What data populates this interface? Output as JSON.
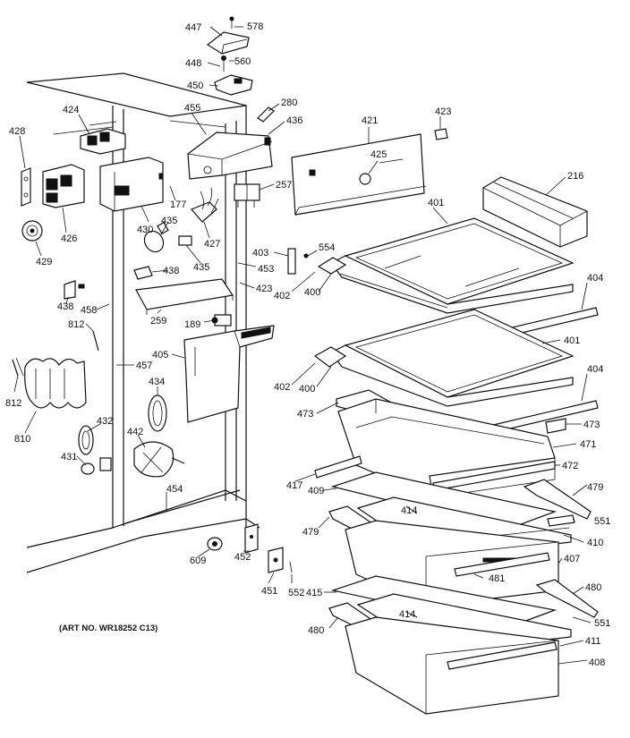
{
  "art_note": "(ART NO. WR18252 C13)",
  "callouts": [
    {
      "id": "c447",
      "text": "447"
    },
    {
      "id": "c578",
      "text": "578"
    },
    {
      "id": "c448",
      "text": "448"
    },
    {
      "id": "c560",
      "text": "560"
    },
    {
      "id": "c450",
      "text": "450"
    },
    {
      "id": "c280",
      "text": "280"
    },
    {
      "id": "c424",
      "text": "424"
    },
    {
      "id": "c455",
      "text": "455"
    },
    {
      "id": "c436",
      "text": "436"
    },
    {
      "id": "c421",
      "text": "421"
    },
    {
      "id": "c423a",
      "text": "423"
    },
    {
      "id": "c428",
      "text": "428"
    },
    {
      "id": "c425",
      "text": "425"
    },
    {
      "id": "c216",
      "text": "216"
    },
    {
      "id": "c257",
      "text": "257"
    },
    {
      "id": "c177",
      "text": "177"
    },
    {
      "id": "c426",
      "text": "426"
    },
    {
      "id": "c430",
      "text": "430"
    },
    {
      "id": "c435a",
      "text": "435"
    },
    {
      "id": "c427",
      "text": "427"
    },
    {
      "id": "c401a",
      "text": "401"
    },
    {
      "id": "c429",
      "text": "429"
    },
    {
      "id": "c403",
      "text": "403"
    },
    {
      "id": "c554",
      "text": "554"
    },
    {
      "id": "c435b",
      "text": "435"
    },
    {
      "id": "c453",
      "text": "453"
    },
    {
      "id": "c438a",
      "text": "438"
    },
    {
      "id": "c402a",
      "text": "402"
    },
    {
      "id": "c400a",
      "text": "400"
    },
    {
      "id": "c404a",
      "text": "404"
    },
    {
      "id": "c423b",
      "text": "423"
    },
    {
      "id": "c438b",
      "text": "438"
    },
    {
      "id": "c458",
      "text": "458"
    },
    {
      "id": "c259",
      "text": "259"
    },
    {
      "id": "c812a",
      "text": "812"
    },
    {
      "id": "c189",
      "text": "189"
    },
    {
      "id": "c401b",
      "text": "401"
    },
    {
      "id": "c405",
      "text": "405"
    },
    {
      "id": "c457",
      "text": "457"
    },
    {
      "id": "c404b",
      "text": "404"
    },
    {
      "id": "c402b",
      "text": "402"
    },
    {
      "id": "c400b",
      "text": "400"
    },
    {
      "id": "c434",
      "text": "434"
    },
    {
      "id": "c812b",
      "text": "812"
    },
    {
      "id": "c473a",
      "text": "473"
    },
    {
      "id": "c473b",
      "text": "473"
    },
    {
      "id": "c432",
      "text": "432"
    },
    {
      "id": "c810",
      "text": "810"
    },
    {
      "id": "c442",
      "text": "442"
    },
    {
      "id": "c471",
      "text": "471"
    },
    {
      "id": "c431",
      "text": "431"
    },
    {
      "id": "c472",
      "text": "472"
    },
    {
      "id": "c417",
      "text": "417"
    },
    {
      "id": "c479a",
      "text": "479"
    },
    {
      "id": "c409",
      "text": "409"
    },
    {
      "id": "c454",
      "text": "454"
    },
    {
      "id": "c414a",
      "text": "414"
    },
    {
      "id": "c551a",
      "text": "551"
    },
    {
      "id": "c479b",
      "text": "479"
    },
    {
      "id": "c410",
      "text": "410"
    },
    {
      "id": "c609",
      "text": "609"
    },
    {
      "id": "c407",
      "text": "407"
    },
    {
      "id": "c452",
      "text": "452"
    },
    {
      "id": "c481",
      "text": "481"
    },
    {
      "id": "c451",
      "text": "451"
    },
    {
      "id": "c552",
      "text": "552"
    },
    {
      "id": "c415",
      "text": "415"
    },
    {
      "id": "c480a",
      "text": "480"
    },
    {
      "id": "c414b",
      "text": "414"
    },
    {
      "id": "c551b",
      "text": "551"
    },
    {
      "id": "c480b",
      "text": "480"
    },
    {
      "id": "c411",
      "text": "411"
    },
    {
      "id": "c408",
      "text": "408"
    }
  ]
}
